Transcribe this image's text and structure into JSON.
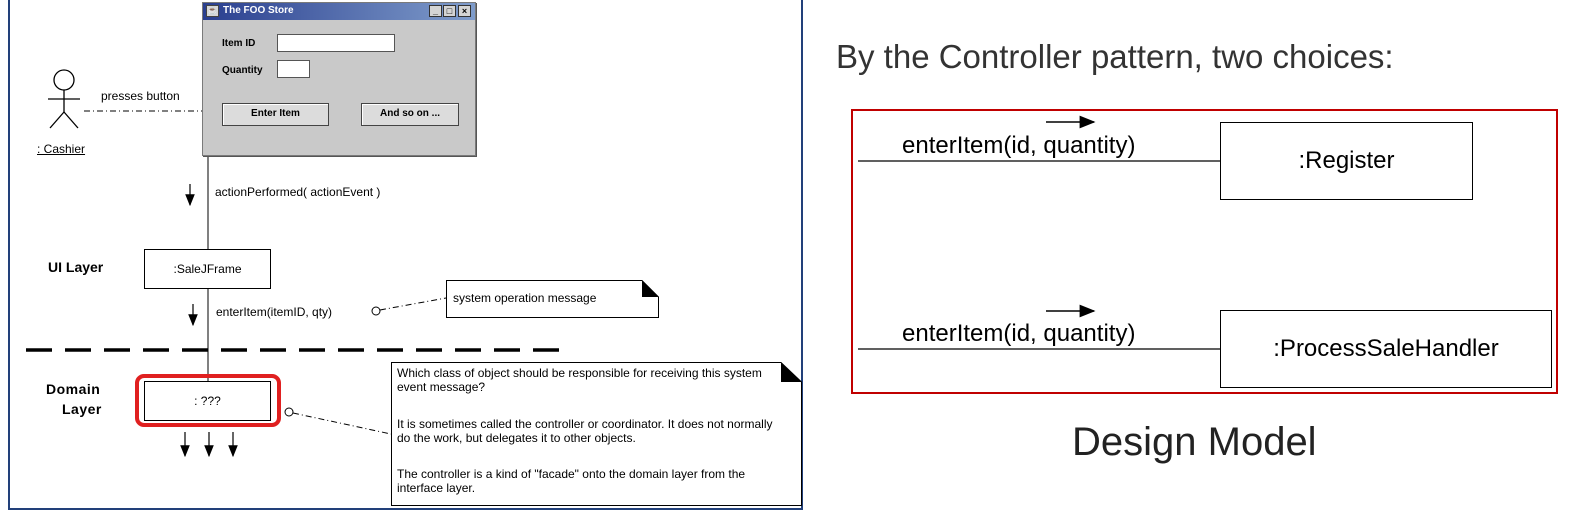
{
  "window": {
    "title": "The FOO Store",
    "item_id_label": "Item ID",
    "quantity_label": "Quantity",
    "item_id_value": "",
    "quantity_value": "",
    "enter_button": "Enter Item",
    "more_button": "And so on ...",
    "minimize": "_",
    "maximize": "□",
    "close": "×"
  },
  "actor": {
    "label": ": Cashier",
    "action": "presses button"
  },
  "messages": {
    "action_performed": "actionPerformed( actionEvent )",
    "enter_item": "enterItem(itemID, qty)"
  },
  "layers": {
    "ui": "UI Layer",
    "domain_line1": "Domain",
    "domain_line2": "Layer"
  },
  "objects": {
    "sale_frame": ":SaleJFrame",
    "unknown": ": ???"
  },
  "notes": {
    "system_op": "system operation message",
    "para1": "Which class of object should be responsible for receiving this system event message?",
    "para2": "It is sometimes called the controller or coordinator. It does not normally do the work, but delegates it to other objects.",
    "para3": "The controller is a kind of \"facade\" onto the domain layer from the interface layer."
  },
  "right": {
    "heading": "By the Controller pattern, two choices:",
    "message1": "enterItem(id, quantity)",
    "message2": "enterItem(id, quantity)",
    "box1": ":Register",
    "box2": ":ProcessSaleHandler",
    "caption": "Design Model"
  },
  "colors": {
    "highlight": "#e02020",
    "frame_border": "#c00000",
    "panel_border": "#22407a"
  }
}
